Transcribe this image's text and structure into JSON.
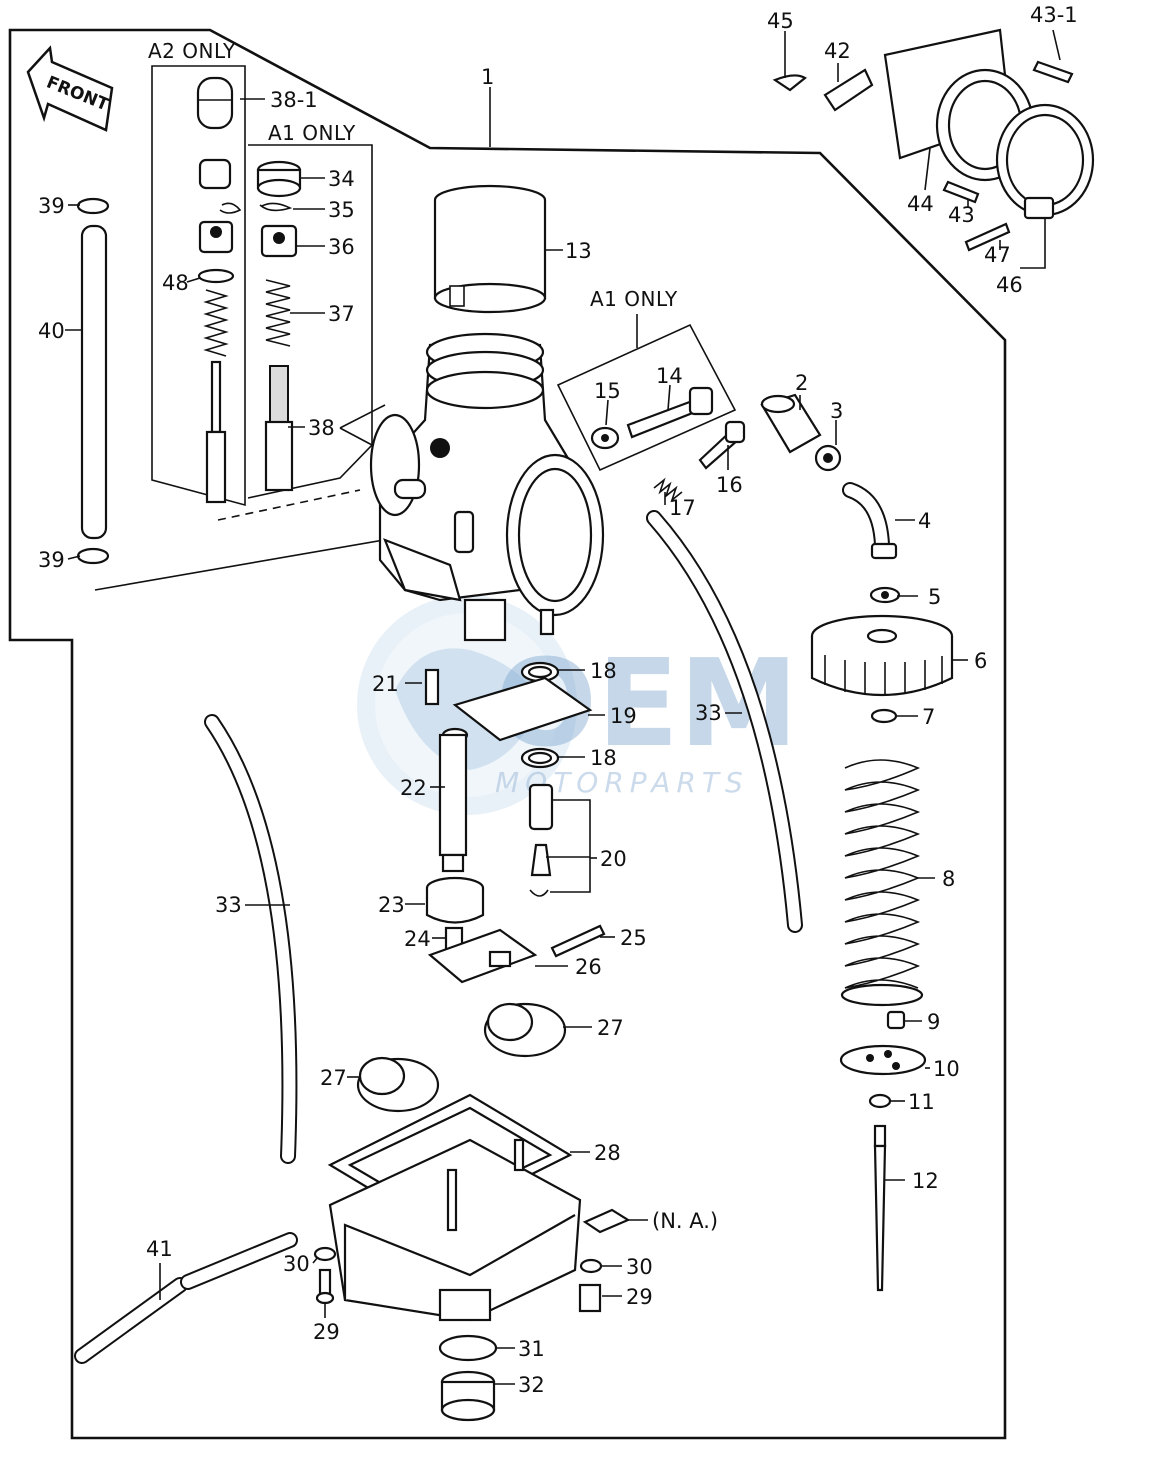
{
  "diagram": {
    "front_label": "FRONT",
    "group_headers": {
      "a2_only": "A2 ONLY",
      "a1_only_left": "A1 ONLY",
      "a1_only_mid": "A1 ONLY"
    },
    "watermark": {
      "brand": "OEM",
      "sub": "MOTORPARTS"
    },
    "callouts": {
      "c1": "1",
      "c2": "2",
      "c3": "3",
      "c4": "4",
      "c5": "5",
      "c6": "6",
      "c7": "7",
      "c8": "8",
      "c9": "9",
      "c10": "10",
      "c11": "11",
      "c12": "12",
      "c13": "13",
      "c14": "14",
      "c15": "15",
      "c16": "16",
      "c17": "17",
      "c18a": "18",
      "c18b": "18",
      "c19": "19",
      "c20": "20",
      "c21": "21",
      "c22": "22",
      "c23": "23",
      "c24": "24",
      "c25": "25",
      "c26": "26",
      "c27a": "27",
      "c27b": "27",
      "c28": "28",
      "c29a": "29",
      "c29b": "29",
      "c30a": "30",
      "c30b": "30",
      "c31": "31",
      "c32": "32",
      "c33a": "33",
      "c33b": "33",
      "c34": "34",
      "c35": "35",
      "c36": "36",
      "c37": "37",
      "c38": "38",
      "c38_1": "38-1",
      "c39a": "39",
      "c39b": "39",
      "c40": "40",
      "c41": "41",
      "c42": "42",
      "c43": "43",
      "c43_1": "43-1",
      "c44": "44",
      "c45": "45",
      "c46": "46",
      "c47": "47",
      "c48": "48",
      "na": "(N. A.)"
    }
  },
  "colors": {
    "ink": "#111111",
    "watermark_blue": "#7fa8d0"
  }
}
